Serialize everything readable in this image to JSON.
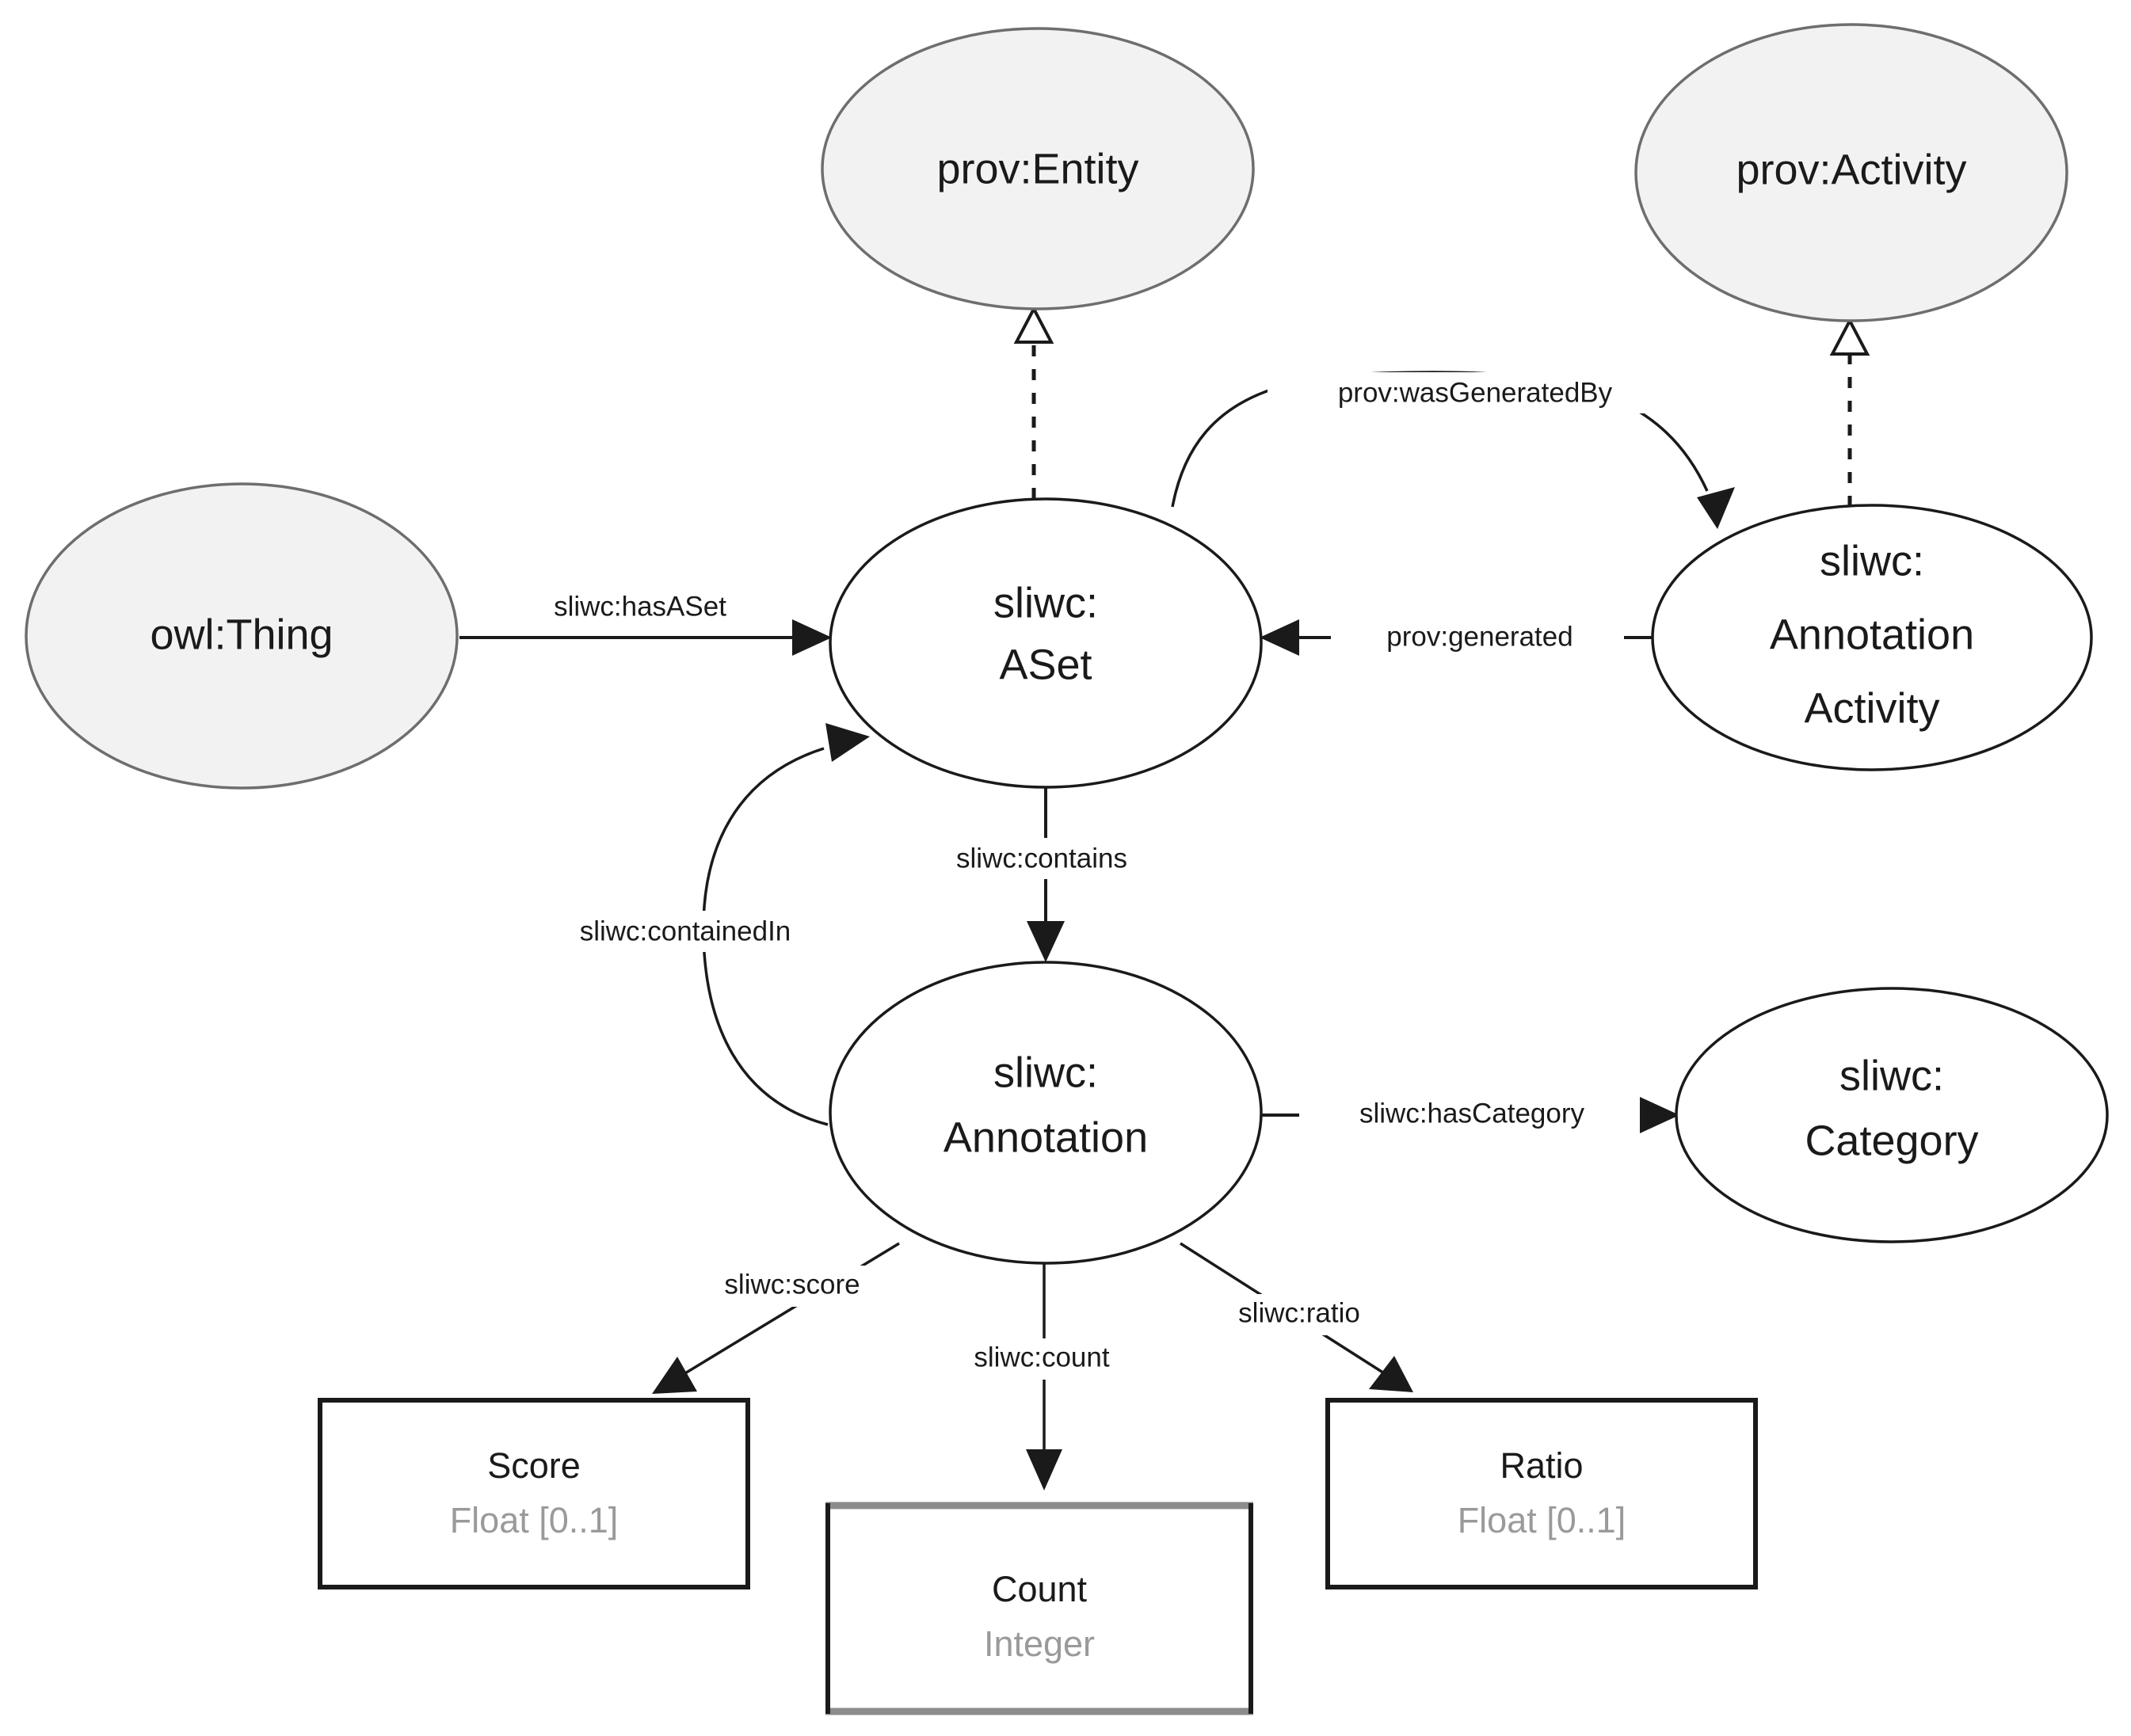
{
  "diagram": {
    "title": "sliwc annotation ontology diagram",
    "type": "ontology-class-diagram",
    "background_color": "#ffffff",
    "colors": {
      "external_node_fill": "#f2f2f2",
      "external_node_stroke": "#6e6e6e",
      "core_node_fill": "#ffffff",
      "core_node_stroke": "#1a1a1a",
      "attribute_type_text": "#9a9a9a",
      "attribute_gray_border": "#8c8c8c",
      "edge_stroke": "#1a1a1a"
    },
    "nodes": {
      "prov_entity": {
        "label": "prov:Entity",
        "kind": "external-class"
      },
      "prov_activity": {
        "label": "prov:Activity",
        "kind": "external-class"
      },
      "owl_thing": {
        "label": "owl:Thing",
        "kind": "external-class"
      },
      "sliwc_aset": {
        "label_line1": "sliwc:",
        "label_line2": "ASet",
        "kind": "core-class"
      },
      "sliwc_annotation_activity": {
        "label_line1": "sliwc:",
        "label_line2": "Annotation",
        "label_line3": "Activity",
        "kind": "core-class"
      },
      "sliwc_annotation": {
        "label_line1": "sliwc:",
        "label_line2": "Annotation",
        "kind": "core-class"
      },
      "sliwc_category": {
        "label_line1": "sliwc:",
        "label_line2": "Category",
        "kind": "core-class"
      }
    },
    "attributes": {
      "score": {
        "name": "Score",
        "type": "Float [0..1]",
        "border": "black"
      },
      "count": {
        "name": "Count",
        "type": "Integer",
        "border": "gray-horizontal"
      },
      "ratio": {
        "name": "Ratio",
        "type": "Float [0..1]",
        "border": "black"
      }
    },
    "edges": {
      "has_aset": {
        "label": "sliwc:hasASet",
        "from": "owl:Thing",
        "to": "sliwc:ASet",
        "style": "solid-arrow"
      },
      "was_generated_by": {
        "label": "prov:wasGeneratedBy",
        "from": "sliwc:ASet",
        "to": "sliwc:AnnotationActivity",
        "style": "curved-solid-arrow"
      },
      "generated": {
        "label": "prov:generated",
        "from": "sliwc:AnnotationActivity",
        "to": "sliwc:ASet",
        "style": "solid-arrow"
      },
      "contains": {
        "label": "sliwc:contains",
        "from": "sliwc:ASet",
        "to": "sliwc:Annotation",
        "style": "solid-arrow"
      },
      "contained_in": {
        "label": "sliwc:containedIn",
        "from": "sliwc:Annotation",
        "to": "sliwc:ASet",
        "style": "curved-solid-arrow"
      },
      "has_category": {
        "label": "sliwc:hasCategory",
        "from": "sliwc:Annotation",
        "to": "sliwc:Category",
        "style": "solid-arrow"
      },
      "score": {
        "label": "sliwc:score",
        "from": "sliwc:Annotation",
        "to": "Score",
        "style": "solid-arrow"
      },
      "count": {
        "label": "sliwc:count",
        "from": "sliwc:Annotation",
        "to": "Count",
        "style": "solid-arrow"
      },
      "ratio": {
        "label": "sliwc:ratio",
        "from": "sliwc:Annotation",
        "to": "Ratio",
        "style": "solid-arrow"
      },
      "aset_isa_entity": {
        "label": "",
        "from": "sliwc:ASet",
        "to": "prov:Entity",
        "style": "dashed-hollow-triangle"
      },
      "activity_isa_activity": {
        "label": "",
        "from": "sliwc:AnnotationActivity",
        "to": "prov:Activity",
        "style": "dashed-hollow-triangle"
      }
    }
  }
}
